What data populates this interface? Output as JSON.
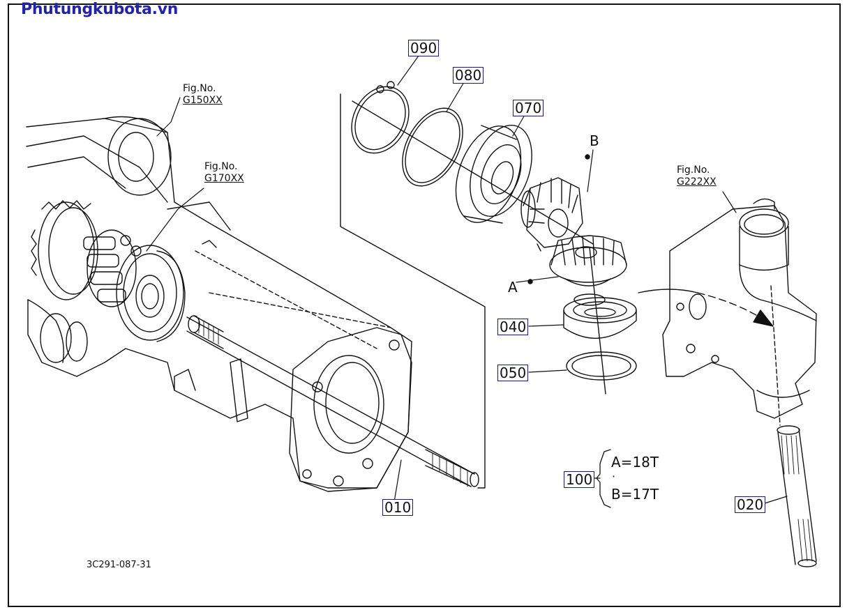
{
  "watermark": "Phutungkubota.vn",
  "figure_refs": [
    {
      "label": "Fig.No.",
      "code": "G150XX"
    },
    {
      "label": "Fig.No.",
      "code": "G170XX"
    },
    {
      "label": "Fig.No.",
      "code": "G222XX"
    }
  ],
  "callouts": {
    "p090": "090",
    "p080": "080",
    "p070": "070",
    "p040": "040",
    "p050": "050",
    "p010": "010",
    "p100": "100",
    "p020": "020"
  },
  "gear_labels": {
    "a": "A",
    "b": "B"
  },
  "tooth_counts": {
    "a": "A=18T",
    "b": "B=17T",
    "separator": "·"
  },
  "drawing_number": "3C291-087-31",
  "colors": {
    "brand": "#2323a8",
    "callout_border": "#1a1a7a",
    "line": "#111111"
  }
}
